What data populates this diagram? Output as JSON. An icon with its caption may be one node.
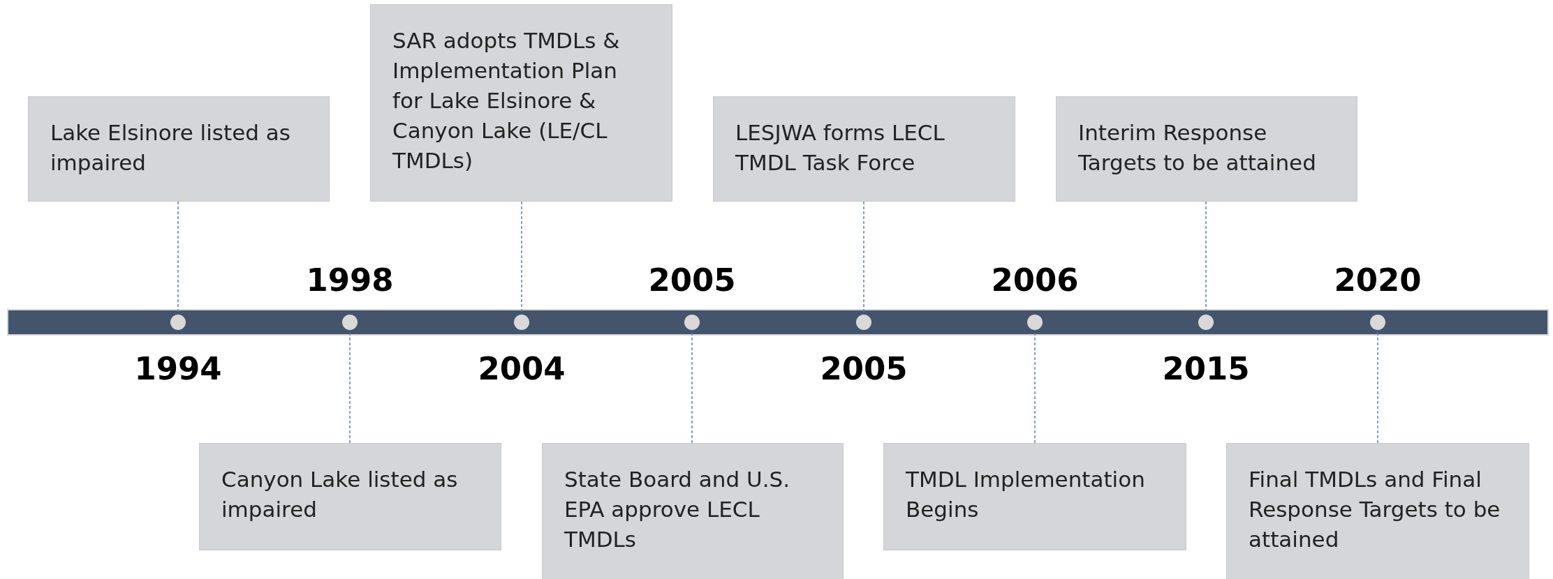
{
  "diagram": {
    "nodes": [
      {
        "text": [
          "Lake Elsinore listed as impaired"
        ]
      },
      {
        "text": [
          "Canyon Lake listed as impaired"
        ]
      },
      {
        "text": [
          "SAR adopts TMDLs & Implementation Plan for Lake Elsinore & Canyon Lake (LE/CL TMDLs)"
        ]
      },
      {
        "text": [
          "State Board and U.S. EPA approve LECL TMDLs"
        ]
      },
      {
        "text": [
          "LESJWA forms LECL TMDL Task Force"
        ]
      },
      {
        "text": [
          "TMDL Implementation Begins"
        ]
      },
      {
        "text": [
          "Interim Response Targets to be attained"
        ]
      },
      {
        "text": [
          "Final TMDLs and Final Response Targets to be attained"
        ]
      },
      {
        "text": [],
        "shape": "circle"
      },
      {
        "text": [],
        "shape": "circle"
      },
      {
        "text": [],
        "shape": "circle"
      },
      {
        "text": [],
        "shape": "circle"
      },
      {
        "text": [],
        "shape": "circle"
      },
      {
        "text": [],
        "shape": "circle"
      },
      {
        "text": [],
        "shape": "circle"
      },
      {
        "text": [],
        "shape": "circle"
      }
    ],
    "edges": [
      {
        "from": 0,
        "to": 8,
        "arrow": "none",
        "style": "dashed"
      },
      {
        "from": 1,
        "to": 9,
        "arrow": "none",
        "style": "dashed"
      },
      {
        "from": 2,
        "to": 10,
        "arrow": "none",
        "style": "dashed"
      },
      {
        "from": 3,
        "to": 11,
        "arrow": "none",
        "style": "dashed"
      },
      {
        "from": 4,
        "to": 12,
        "arrow": "none",
        "style": "dashed"
      },
      {
        "from": 5,
        "to": 13,
        "arrow": "none",
        "style": "dashed"
      },
      {
        "from": 6,
        "to": 14,
        "arrow": "none",
        "style": "dashed"
      },
      {
        "from": 7,
        "to": 15,
        "arrow": "none",
        "style": "dashed"
      }
    ],
    "labels": [
      "1998",
      "2005",
      "2006",
      "2020",
      "1994",
      "2004",
      "2005",
      "2015"
    ]
  }
}
